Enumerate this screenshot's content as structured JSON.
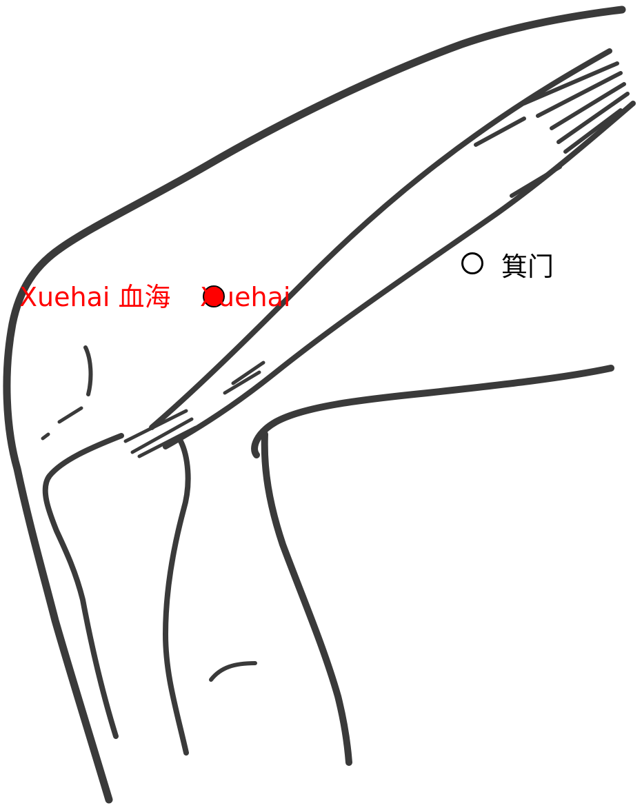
{
  "colors": {
    "line": "#3a3a3a",
    "highlight": "#ff0000",
    "text": "#000000",
    "background": "#ffffff"
  },
  "points": {
    "xuehai": {
      "label_left": "Xuehai 血海",
      "label_right": "Xuehai",
      "marker": "filled-red-circle"
    },
    "jimen": {
      "label": "箕门",
      "marker": "hollow-circle"
    }
  }
}
